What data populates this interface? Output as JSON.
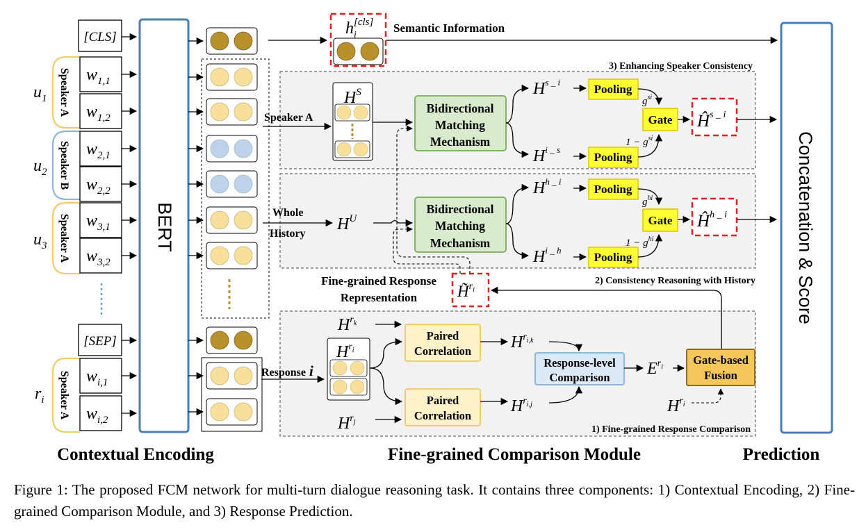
{
  "colors": {
    "bert_border": "#4a7ebb",
    "dot_gold": "#b8902c",
    "dot_yellow": "#f9e09a",
    "dot_blue": "#bcd3ea",
    "speaker_a": "#f2cc6b",
    "speaker_b": "#90b5dd",
    "matching_fill": "#d8ebcd",
    "matching_border": "#82b366",
    "pooling_fill": "#ffff33",
    "pooling_border": "#e0c400",
    "paired_fill": "#fff2c9",
    "paired_border": "#f2cc6b",
    "comparison_fill": "#dde9f6",
    "comparison_border": "#8fb4de",
    "fusion_fill": "#f5c65b",
    "fusion_border": "#8a6d1c",
    "red_dashed": "#e02020",
    "panel_fill": "#f2f2f2"
  },
  "input": {
    "cls": "[CLS]",
    "sep": "[SEP]",
    "tokens": [
      {
        "base": "w",
        "sub": "1,1"
      },
      {
        "base": "w",
        "sub": "1,2"
      },
      {
        "base": "w",
        "sub": "2,1"
      },
      {
        "base": "w",
        "sub": "2,2"
      },
      {
        "base": "w",
        "sub": "3,1"
      },
      {
        "base": "w",
        "sub": "3,2"
      },
      {
        "base": "w",
        "sub": "i,1"
      },
      {
        "base": "w",
        "sub": "i,2"
      }
    ],
    "utterances": [
      {
        "base": "u",
        "sub": "1"
      },
      {
        "base": "u",
        "sub": "2"
      },
      {
        "base": "u",
        "sub": "3"
      },
      {
        "base": "r",
        "sub": "i"
      }
    ],
    "speakers": [
      "Speaker A",
      "Speaker B",
      "Speaker A",
      "Speaker A"
    ]
  },
  "bert_label": "BERT",
  "semantic": {
    "h_base": "h",
    "h_sub": "i",
    "h_sup": "[cls]",
    "label": "Semantic Information"
  },
  "section3": {
    "title": "3) Enhancing Speaker Consistency",
    "input_label": "Speaker A",
    "hs_base": "H",
    "hs_sup": "S",
    "matching": [
      "Bidirectional",
      "Matching",
      "Mechanism"
    ],
    "top_h": {
      "base": "H",
      "sup": "s _ i"
    },
    "bottom_h": {
      "base": "H",
      "sup": "i _ s"
    },
    "pooling": "Pooling",
    "g_label": {
      "base": "g",
      "sup": "si"
    },
    "one_minus": {
      "text": "1 − g",
      "sup": "si"
    },
    "gate": "Gate",
    "out": {
      "base": "Ĥ",
      "sup": "s _ i"
    }
  },
  "section2": {
    "title": "2) Consistency Reasoning with History",
    "input_label": [
      "Whole",
      "History"
    ],
    "hu_base": "H",
    "hu_sup": "U",
    "matching": [
      "Bidirectional",
      "Matching",
      "Mechanism"
    ],
    "top_h": {
      "base": "H",
      "sup": "h _ i"
    },
    "bottom_h": {
      "base": "H",
      "sup": "i _ h"
    },
    "pooling": "Pooling",
    "g_label": {
      "base": "g",
      "sup": "hi"
    },
    "one_minus": {
      "text": "1 − g",
      "sup": "hi"
    },
    "gate": "Gate",
    "out": {
      "base": "Ĥ",
      "sup": "h _ i"
    }
  },
  "fine_grained_rep": {
    "label": [
      "Fine-grained Response",
      "Representation"
    ],
    "h_base": "H̃",
    "h_sup": "r",
    "h_sup_sub": "i"
  },
  "section1": {
    "title": "1) Fine-grained Response Comparison",
    "input_label": "Response",
    "input_var": "i",
    "h_rk": {
      "base": "H",
      "sup": "r",
      "sup_sub": "k"
    },
    "h_ri": {
      "base": "H",
      "sup": "r",
      "sup_sub": "i"
    },
    "h_rj": {
      "base": "H",
      "sup": "r",
      "sup_sub": "j"
    },
    "paired": [
      "Paired",
      "Correlation"
    ],
    "h_rik": {
      "base": "H",
      "sup": "r",
      "sup_sub": "i,k"
    },
    "h_rij": {
      "base": "H",
      "sup": "r",
      "sup_sub": "i,j"
    },
    "comparison": [
      "Response-level",
      "Comparison"
    ],
    "e_ri": {
      "base": "E",
      "sup": "r",
      "sup_sub": "i"
    },
    "fusion": [
      "Gate-based",
      "Fusion"
    ],
    "h_ri_bottom": {
      "base": "H",
      "sup": "r",
      "sup_sub": "i"
    }
  },
  "prediction_box": "Concatenation & Score",
  "column_labels": {
    "encoding": "Contextual Encoding",
    "comparison": "Fine-grained Comparison Module",
    "prediction": "Prediction"
  },
  "caption": "Figure 1: The proposed FCM network for multi-turn dialogue reasoning task. It contains three components: 1) Contextual Encoding, 2) Fine-grained Comparison Module, and 3) Response Prediction."
}
